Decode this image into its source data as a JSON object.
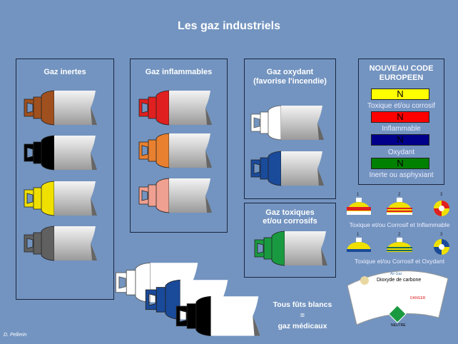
{
  "title": "Les gaz industriels",
  "groups": {
    "inertes": {
      "title": "Gaz inertes",
      "colors": [
        "#a0501e",
        "#000000",
        "#f0e000",
        "#606060"
      ]
    },
    "inflammables": {
      "title": "Gaz inflammables",
      "colors": [
        "#e02020",
        "#e88030",
        "#f0a090"
      ]
    },
    "oxydant": {
      "title1": "Gaz oxydant",
      "title2": "(favorise l'incendie)",
      "colors": [
        "#ffffff",
        "#1a4a9a"
      ]
    },
    "toxiques": {
      "title1": "Gaz toxiques",
      "title2": "et/ou corrosifs",
      "colors": [
        "#1a9a40"
      ]
    }
  },
  "code": {
    "title1": "NOUVEAU CODE",
    "title2": "EUROPEEN",
    "items": [
      {
        "letter": "N",
        "label": "Toxique et/ou corrosif",
        "color": "#ffff00"
      },
      {
        "letter": "N",
        "label": "Inflammable",
        "color": "#ff0000"
      },
      {
        "letter": "N",
        "label": "Oxydant",
        "color": "#00008b"
      },
      {
        "letter": "N",
        "label": "Inerte ou asphyxiant",
        "color": "#008000"
      }
    ]
  },
  "combos": {
    "numbers": [
      "1",
      "2",
      "3"
    ],
    "inflammable_label": "Toxique et/ou Corrosif et Inflammable",
    "oxydant_label": "Toxique et/ou Corrosif et Oxydant"
  },
  "etiquette": {
    "title": "Dioxyde de carbone",
    "brand": "Air Gaz",
    "danger": "DANGER",
    "pictogram": "NEUTRE"
  },
  "medical": {
    "line1": "Tous fûts blancs",
    "line2": "=",
    "line3": "gaz médicaux",
    "colors": [
      "#ffffff",
      "#1a4a9a",
      "#000000"
    ]
  },
  "author": "D. Pellerin"
}
